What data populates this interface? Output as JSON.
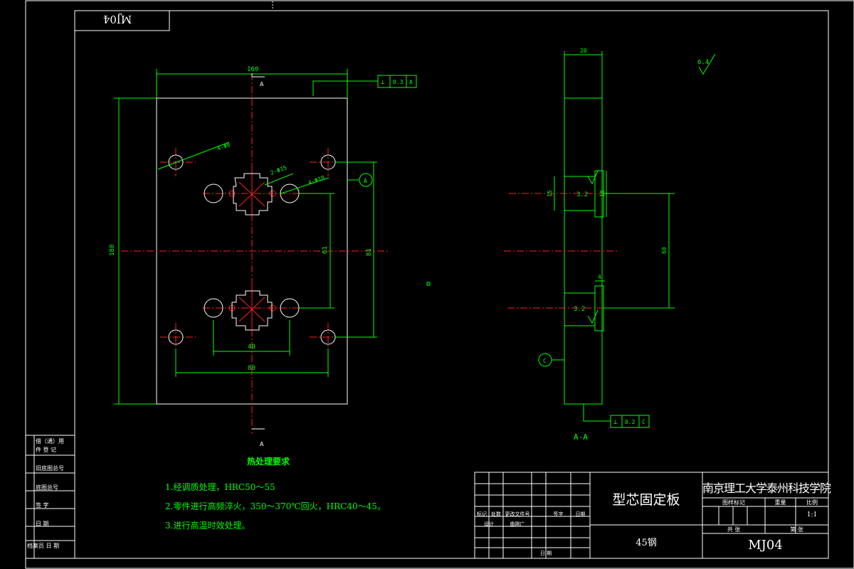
{
  "drawing_code_box": "MJ04",
  "section_marks": {
    "a_top": "A",
    "a_bottom": "A",
    "section_label": "A-A"
  },
  "datums": {
    "a": "A",
    "c": "C"
  },
  "tolerances": {
    "top": {
      "symbol": "⊥",
      "value": "0.3",
      "datum": "A"
    },
    "bottom": {
      "symbol": "⊥",
      "value": "0.2",
      "datum": "C"
    }
  },
  "roughness": {
    "global": "6.4",
    "face1": "3.2",
    "face2": "3.2"
  },
  "dimensions": {
    "width_total": "160",
    "height_total": "180",
    "hole_span_vertical": "81",
    "center_span_vertical": "61",
    "small_hole_span": "40",
    "large_hole_span": "80",
    "holes_4": "4-Φ8",
    "holes_2": "2-Φ15",
    "holes_4b": "4-Φ10",
    "thickness": "20",
    "step_1": "15",
    "step_2": "18",
    "side_span": "60",
    "step_3": "4"
  },
  "heat_treatment": {
    "title": "热处理要求",
    "items": [
      "1.经调质处理，HRC50～55",
      "2.零件进行高频淬火，350～370℃回火，HRC40～45。",
      "3.进行高温时效处理。"
    ]
  },
  "left_strip": {
    "rows": [
      "借（通）用",
      "件 登 记",
      "旧底图总号",
      "底图总号",
      "签  字",
      "日  期",
      "档案员  日  期"
    ]
  },
  "title_block": {
    "part_name": "型芯固定板",
    "material": "45钢",
    "school": "南京理工大学泰州科技学院",
    "code": "MJ04",
    "scale": "1:1",
    "headers": {
      "stage_mark": "图样标记",
      "weight": "重量",
      "scale_label": "比例"
    },
    "sheet_left": "共  张",
    "sheet_right": "第  张",
    "rev_headers": [
      "标记",
      "处数",
      "更改文件号",
      "签字",
      "日期"
    ],
    "designer_label": "设计",
    "designer_name": "曲刚广",
    "date_label": "日 期"
  },
  "colors": {
    "lines": "#00ff00",
    "frame": "#ffffff",
    "centerline": "#ff2020",
    "background": "#000000"
  }
}
